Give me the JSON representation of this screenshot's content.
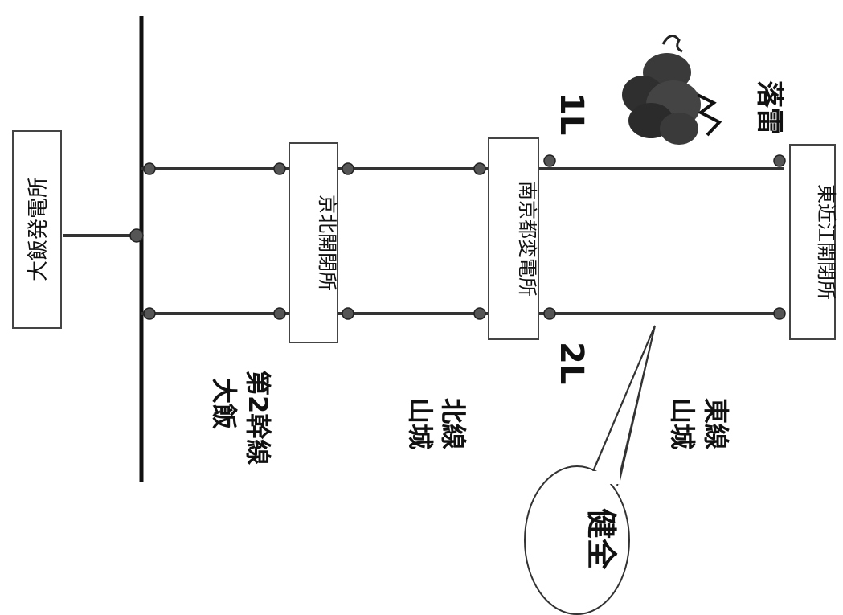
{
  "nodes": {
    "power_plant": "大飯発電所",
    "switch_keihoku": "京北開閉所",
    "substation_minamikyoto": "南京都変電所",
    "switch_higashioumi": "東近江開閉所"
  },
  "lines": {
    "ohi_2nd_trunk": [
      "大飯",
      "第2幹線"
    ],
    "yamashiro_north": [
      "山城",
      "北線"
    ],
    "yamashiro_east": [
      "山城",
      "東線"
    ]
  },
  "circuits": {
    "line1": "1L",
    "line2": "2L"
  },
  "events": {
    "lightning": "落雷",
    "healthy": "健全"
  },
  "icons": [
    "thundercloud-icon",
    "lightning-bolt-icon",
    "speech-bubble"
  ]
}
